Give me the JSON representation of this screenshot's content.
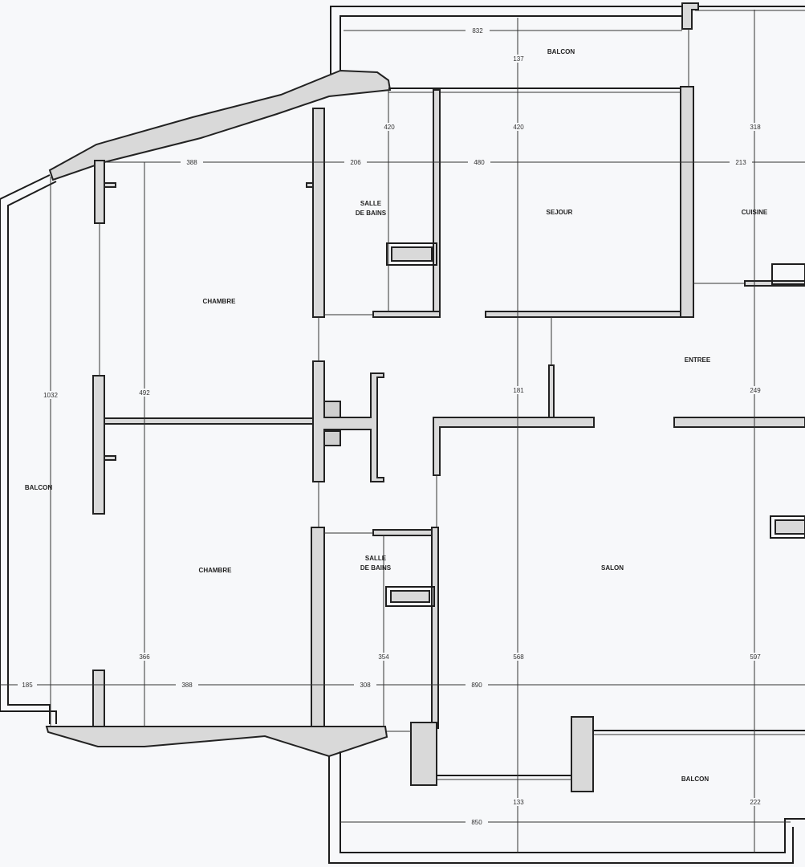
{
  "plan": {
    "rooms": {
      "balcon_top": "BALCON",
      "salle_de_bains_top_1": "SALLE",
      "salle_de_bains_top_2": "DE BAINS",
      "sejour": "SEJOUR",
      "cuisine": "CUISINE",
      "chambre_top": "CHAMBRE",
      "entree": "ENTREE",
      "balcon_left": "BALCON",
      "chambre_bottom": "CHAMBRE",
      "salle_de_bains_bottom_1": "SALLE",
      "salle_de_bains_bottom_2": "DE BAINS",
      "salon": "SALON",
      "balcon_bottom": "BALCON"
    },
    "dimensions": {
      "balcon_top_width": "832",
      "balcon_top_depth": "137",
      "sdb_top_height": "420",
      "sejour_height": "420",
      "cuisine_height": "318",
      "chambre_top_width": "388",
      "sdb_top_width": "206",
      "sejour_width": "480",
      "cuisine_width": "213",
      "balcon_left_height": "1032",
      "chambre_top_height": "492",
      "entree_depth": "181",
      "entree_right": "249",
      "chambre_bottom_height": "366",
      "sdb_bottom_height": "354",
      "salon_height": "568",
      "salon_right_height": "597",
      "balcon_left_width": "185",
      "chambre_bottom_width": "388",
      "sdb_bottom_width": "308",
      "salon_width": "890",
      "balcon_bottom_depth": "133",
      "balcon_bottom_right": "222",
      "balcon_bottom_width": "850"
    }
  }
}
